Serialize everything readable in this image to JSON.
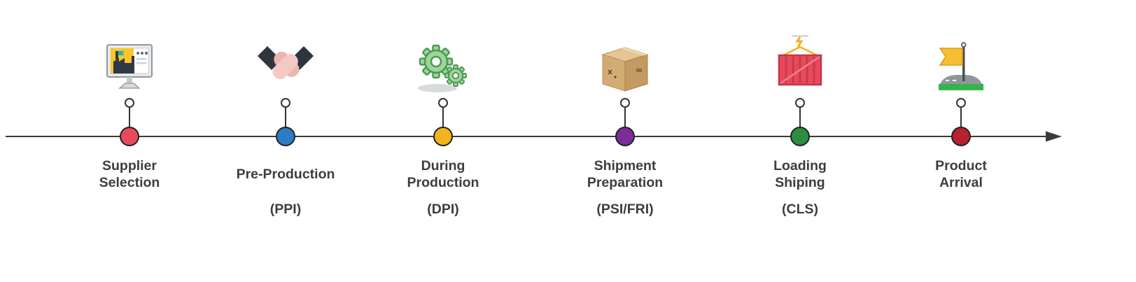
{
  "timeline": {
    "milestones": [
      {
        "label": "Supplier\nSelection",
        "code": "",
        "dot_color": "#e9495d",
        "icon": "supplier-monitor-icon"
      },
      {
        "label": "Pre-Production",
        "code": "(PPI)",
        "dot_color": "#2b7cc4",
        "icon": "handshake-icon"
      },
      {
        "label": "During\nProduction",
        "code": "(DPI)",
        "dot_color": "#f3b31b",
        "icon": "gears-icon"
      },
      {
        "label": "Shipment\nPreparation",
        "code": "(PSI/FRI)",
        "dot_color": "#7c2d9a",
        "icon": "package-box-icon"
      },
      {
        "label": "Loading\nShiping",
        "code": "(CLS)",
        "dot_color": "#2c8f3f",
        "icon": "container-crane-icon"
      },
      {
        "label": "Product\nArrival",
        "code": "",
        "dot_color": "#b8212f",
        "icon": "flag-icon"
      }
    ]
  }
}
